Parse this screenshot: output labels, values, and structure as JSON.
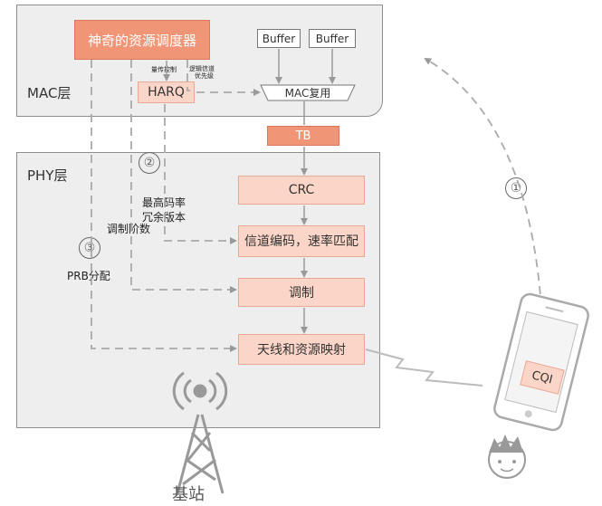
{
  "mac": {
    "label": "MAC层",
    "scheduler": "神奇的资源调度器",
    "harq": "HARQ",
    "buffer1": "Buffer",
    "buffer2": "Buffer",
    "mux": "MAC复用",
    "note_power": "量传控制",
    "note_priority_1": "逻辑信道",
    "note_priority_2": "优先级"
  },
  "tb": "TB",
  "phy": {
    "label": "PHY层",
    "crc": "CRC",
    "coding": "信道编码，速率匹配",
    "modulation": "调制",
    "mapping": "天线和资源映射"
  },
  "annotations": {
    "step1": "①",
    "step2": "②",
    "step3": "③",
    "mcs": "最高码率",
    "rv": "冗余版本",
    "mod_order": "调制阶数",
    "prb": "PRB分配"
  },
  "cqi": "CQI",
  "base_station": "基站"
}
